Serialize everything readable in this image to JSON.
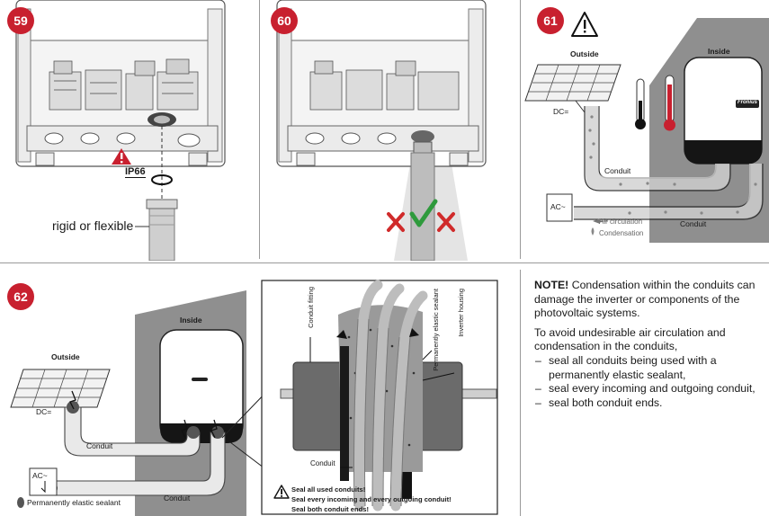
{
  "panel59": {
    "step": "59",
    "protection": "IP66",
    "conduit_label": "rigid or flexible"
  },
  "panel60": {
    "step": "60"
  },
  "panel61": {
    "step": "61",
    "outside": "Outside",
    "inside": "Inside",
    "brand": "Fronius",
    "dc": "DC=",
    "ac": "AC~",
    "conduit_upper": "Conduit",
    "conduit_lower": "Conduit",
    "legend_air": "Air circulation",
    "legend_condensation": "Condensation"
  },
  "panel62": {
    "step": "62",
    "inside": "Inside",
    "outside": "Outside",
    "dc": "DC=",
    "ac": "AC~",
    "conduit_upper": "Conduit",
    "conduit_lower": "Conduit",
    "sealant_legend": "Permanently elastic sealant",
    "detail": {
      "conduit_fitting": "Conduit fitting",
      "sealant_line1": "Permanently elastic",
      "sealant_line2": "sealant",
      "inverter_housing": "Inverter housing",
      "conduit": "Conduit",
      "warning_lines": [
        "Seal all used conduits!",
        "Seal every incoming and every outgoing conduit!",
        "Seal both conduit ends!"
      ]
    }
  },
  "note": {
    "heading": "NOTE!",
    "intro": "Condensation within the conduits can damage the inverter or components of the photovoltaic systems.",
    "lead": "To avoid undesirable air circulation and condensation in the conduits,",
    "items": [
      "seal all conduits being used with a permanently elastic sealant,",
      "seal every incoming and outgoing conduit,",
      "seal both conduit ends."
    ]
  },
  "colors": {
    "step_badge": "#c8202f",
    "warning_red": "#c8202f",
    "check_green": "#2e9a3c",
    "cross_red": "#d02b2b",
    "wall_gray": "#8f8f8f",
    "pipe_gray": "#b8b8b8"
  }
}
